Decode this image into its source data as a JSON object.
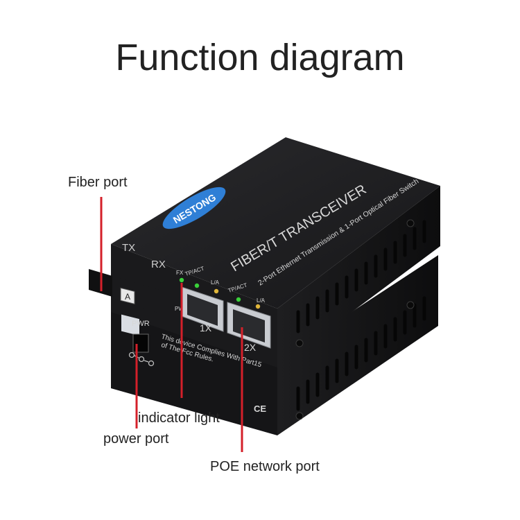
{
  "diagram": {
    "title": "Function diagram",
    "callouts": {
      "fiber_port": "Fiber port",
      "indicator_light": "indicator light",
      "power_port": "power port",
      "poe_network_port": "POE network port"
    },
    "device": {
      "brand": "NESTONG",
      "product_name": "FIBER/T TRANSCEIVER",
      "product_desc": "2-Port Ethernet Transmission & 1-Port Optical Fiber Switch",
      "fiber_tx": "TX",
      "fiber_rx": "RX",
      "fiber_mode": "A",
      "led_fx": "FX",
      "led_tp_act": "TP/ACT",
      "led_la": "L/A",
      "led_pwr_small": "PWR",
      "port_1": "1X",
      "port_2": "2X",
      "pwr_label": "PWR",
      "fcc_line1": "This device Complies With Part15",
      "fcc_line2": "of The Fcc Rules.",
      "ce_mark": "CE"
    },
    "colors": {
      "leader": "#d4202a",
      "device_body": "#1c1c1e",
      "brand_blue": "#2f7fd6",
      "led_green": "#3ad13a"
    }
  }
}
